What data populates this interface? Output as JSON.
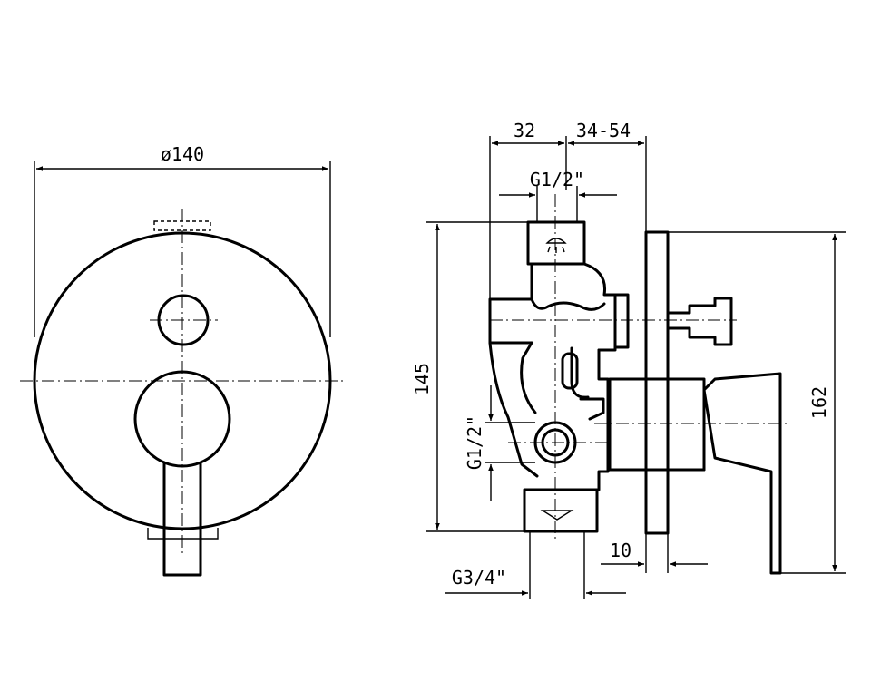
{
  "views": {
    "front": {
      "diameter_label": "ø140"
    },
    "side": {
      "dim_left_depth": "32",
      "dim_right_depth": "34-54",
      "dim_top_thread": "G1/2\"",
      "dim_height": "145",
      "dim_side_thread": "G1/2\"",
      "dim_total_height": "162",
      "dim_plate": "10",
      "dim_bottom_thread": "G3/4\""
    }
  },
  "colors": {
    "ink": "#000000",
    "paper": "#ffffff"
  }
}
